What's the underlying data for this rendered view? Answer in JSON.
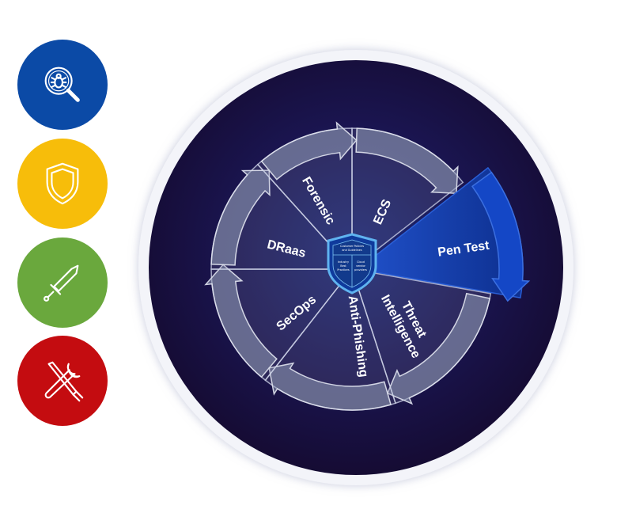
{
  "colors": {
    "blue": "#0b4aa6",
    "yellow": "#f7bd0a",
    "green": "#6aa83d",
    "red": "#c40c10",
    "wheel_dark": "#1a0f3d",
    "highlight": "#0d3fa8"
  },
  "side_icons": [
    {
      "name": "bug-search-icon"
    },
    {
      "name": "shield-icon"
    },
    {
      "name": "sword-icon"
    },
    {
      "name": "tools-icon"
    }
  ],
  "segments": [
    {
      "label": "ECS"
    },
    {
      "label": "Pen Test"
    },
    {
      "label_line1": "Threat",
      "label_line2": "Intelligence"
    },
    {
      "label": "Anti-Phishing"
    },
    {
      "label": "SecOps"
    },
    {
      "label": "DRaas"
    },
    {
      "label": "Forensic"
    }
  ],
  "center": {
    "top_line1": "Customer Policies",
    "top_line2": "and Guidelines",
    "left_line1": "Industry",
    "left_line2": "Best",
    "left_line3": "Practices",
    "right_line1": "Cloud",
    "right_line2": "vendor",
    "right_line3": "providers"
  }
}
